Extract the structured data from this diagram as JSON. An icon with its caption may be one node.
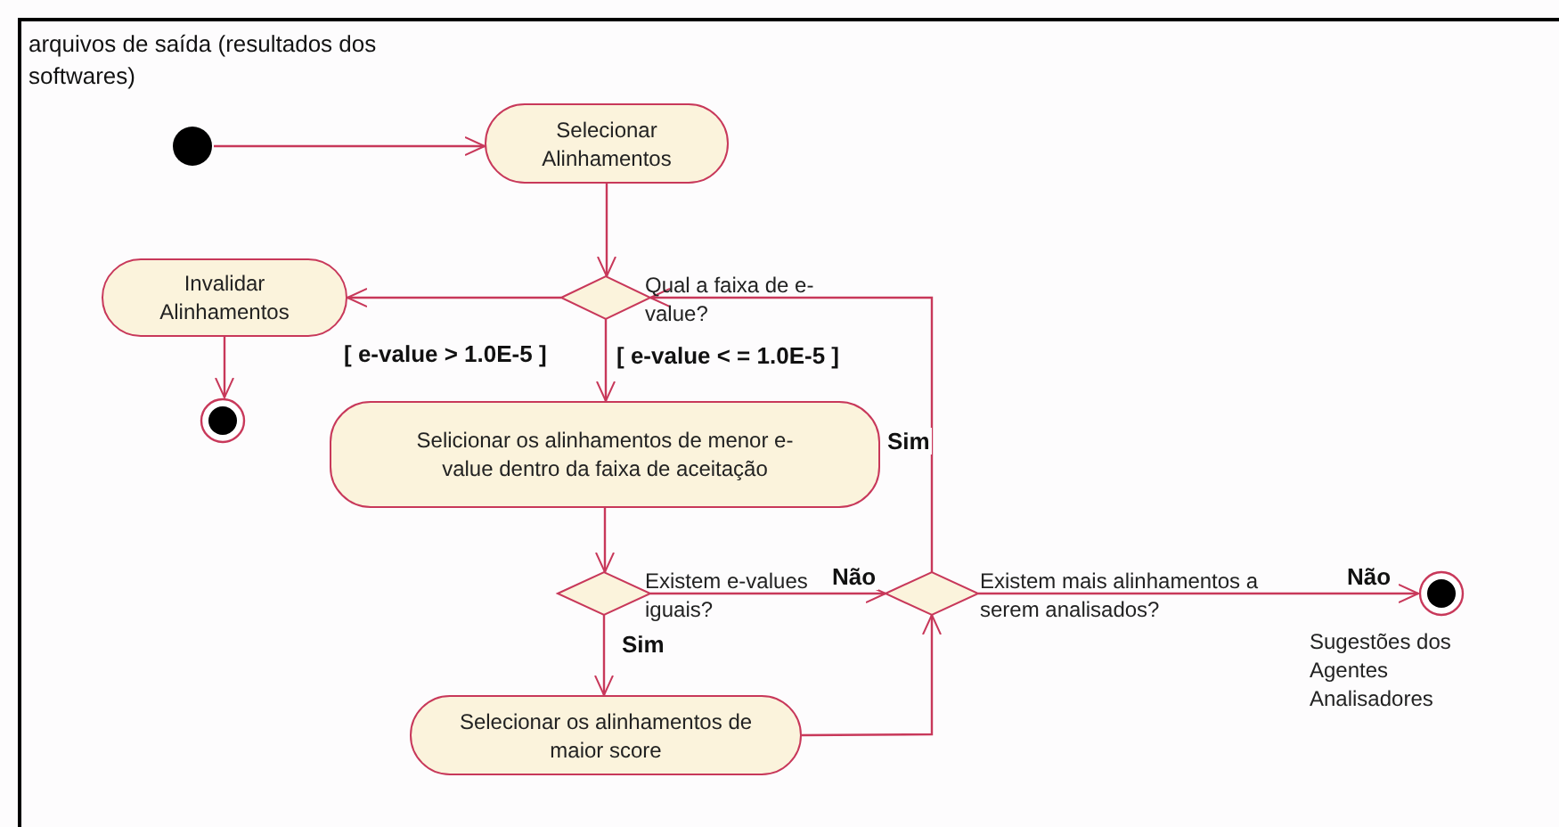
{
  "diagram": {
    "nodes": [
      {
        "text": [],
        "shape": "circle"
      },
      {
        "text": [
          "Selecionar Alinhamentos"
        ]
      },
      {
        "text": [],
        "shape": "diamond",
        "beside": [
          "Qual a faixa de e-value?"
        ]
      },
      {
        "text": [
          "Invalidar Alinhamentos"
        ]
      },
      {
        "text": [],
        "shape": "circle"
      },
      {
        "text": [
          "Selicionar os alinhamentos de menor e-value dentro da faixa de aceitação"
        ]
      },
      {
        "text": [],
        "shape": "diamond",
        "beside": [
          "Existem e-values iguais?"
        ]
      },
      {
        "text": [],
        "shape": "diamond",
        "beside": [
          "Existem mais alinhamentos a serem analisados?"
        ]
      },
      {
        "text": [
          "Selecionar os alinhamentos de maior score"
        ]
      },
      {
        "text": [],
        "shape": "circle",
        "beside": [
          "Sugestões dos Agentes Analisadores"
        ]
      }
    ],
    "edges": [
      {
        "from": 0,
        "to": 1,
        "arrow": "to"
      },
      {
        "from": 1,
        "to": 2,
        "arrow": "to"
      },
      {
        "from": 2,
        "to": 3,
        "arrow": "to",
        "label": "[ e-value > 1.0E-5 ]"
      },
      {
        "from": 3,
        "to": 4,
        "arrow": "to"
      },
      {
        "from": 2,
        "to": 5,
        "arrow": "to",
        "label": "[ e-value < = 1.0E-5 ]"
      },
      {
        "from": 5,
        "to": 6,
        "arrow": "to"
      },
      {
        "from": 6,
        "to": 8,
        "arrow": "to",
        "label": "Sim"
      },
      {
        "from": 6,
        "to": 7,
        "arrow": "to",
        "label": "Não"
      },
      {
        "from": 8,
        "to": 7,
        "arrow": "to"
      },
      {
        "from": 7,
        "to": 9,
        "arrow": "to",
        "label": "Não"
      },
      {
        "from": 7,
        "to": 2,
        "arrow": "to",
        "label": "Sim"
      }
    ],
    "labels": [
      "arquivos de saída (resultados dos softwares)"
    ]
  }
}
